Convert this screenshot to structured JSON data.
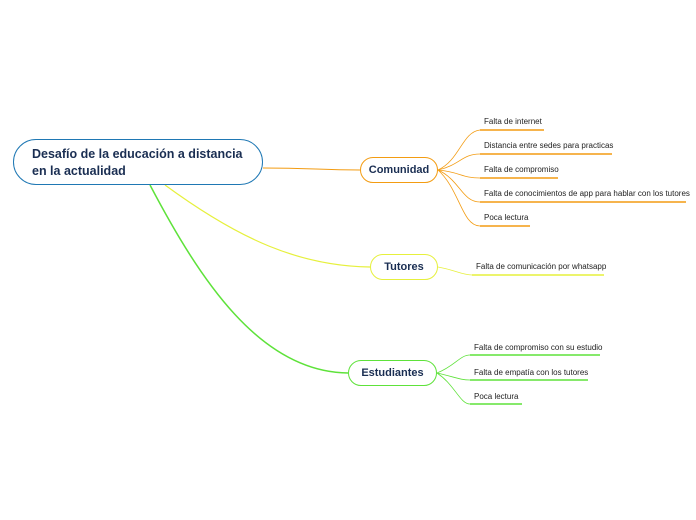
{
  "central_topic": "Desafío de la educación a distancia en la actualidad",
  "branches": [
    {
      "label": "Comunidad",
      "color": "#f39c12",
      "leaves": [
        "Falta de internet",
        "Distancia entre sedes para practicas",
        "Falta de compromiso",
        "Falta de conocimientos de app para hablar con los tutores",
        "Poca lectura"
      ]
    },
    {
      "label": "Tutores",
      "color": "#e6f03c",
      "leaves": [
        "Falta de comunicación por whatsapp"
      ]
    },
    {
      "label": "Estudiantes",
      "color": "#5ee23a",
      "leaves": [
        "Falta de compromiso con su estudio",
        "Falta de empatía con los tutores",
        "Poca lectura"
      ]
    }
  ]
}
